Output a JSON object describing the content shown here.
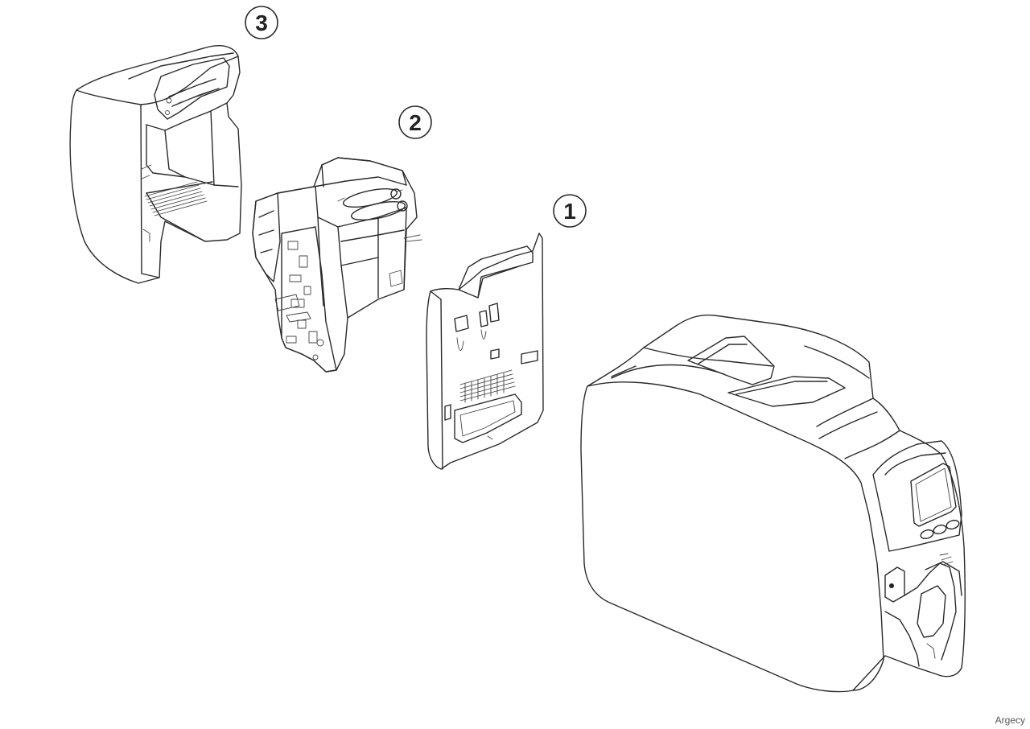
{
  "diagram": {
    "callouts": [
      {
        "id": "callout-1",
        "label": "1"
      },
      {
        "id": "callout-2",
        "label": "2"
      },
      {
        "id": "callout-3",
        "label": "3"
      }
    ]
  },
  "watermark": {
    "text": "Argecy"
  }
}
